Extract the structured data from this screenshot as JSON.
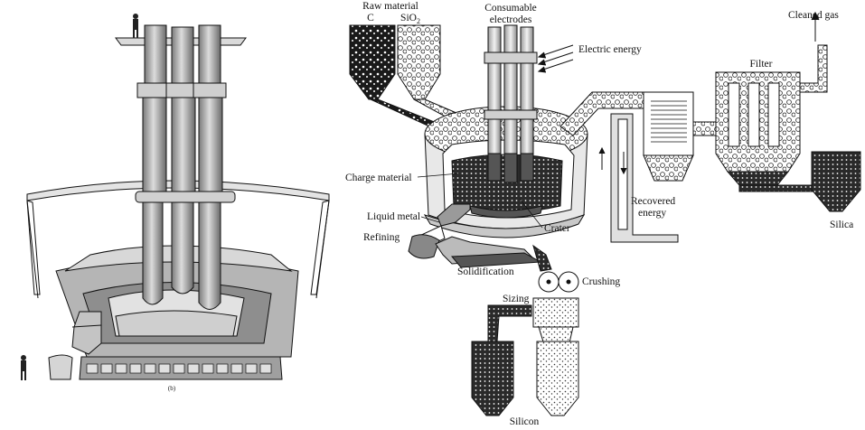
{
  "left_panel": {
    "caption": "(b)"
  },
  "right_panel": {
    "labels": {
      "raw_material": "Raw material",
      "c": "C",
      "sio2_main": "SiO",
      "sio2_sub": "2",
      "consumable": "Consumable",
      "electrodes": "electrodes",
      "electric_energy": "Electric energy",
      "cleaned_gas": "Cleaned gas",
      "filter": "Filter",
      "charge_material": "Charge material",
      "liquid_metal": "Liquid metal",
      "refining": "Refining",
      "crater": "Crater",
      "recovered": "Recovered",
      "energy": "energy",
      "silica": "Silica",
      "solidification": "Solidification",
      "crushing": "Crushing",
      "sizing": "Sizing",
      "silicon": "Silicon"
    }
  },
  "colors": {
    "line": "#111111",
    "gray_light": "#d6d6d6",
    "gray_mid": "#a9a9a9",
    "gray_dark": "#6e6e6e",
    "ink": "#222222"
  }
}
